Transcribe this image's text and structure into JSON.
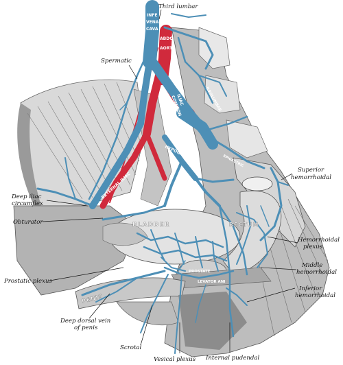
{
  "labels": {
    "third_lumbar": "Third lumbar",
    "spermatic": "Spermatic",
    "deep_iliac_circumflex_1": "Deep iliac",
    "deep_iliac_circumflex_2": "circumflex",
    "obturator": "Obturator",
    "prostatic_plexus": "Prostatic plexus",
    "deep_dorsal_vein_1": "Deep dorsal vein",
    "deep_dorsal_vein_2": "of penis",
    "scrotal": "Scrotal",
    "vesical_plexus": "Vesical plexus",
    "internal_pudendal": "Internal pudendal",
    "inferior_hemorrhoidal_1": "Inferior",
    "inferior_hemorrhoidal_2": "hemorrhoidal",
    "middle_hemorrhoidal_1": "Middle",
    "middle_hemorrhoidal_2": "hemorrhoidal",
    "hemorrhoidal_plexus_1": "Hemorrhoidal",
    "hemorrhoidal_plexus_2": "plexus",
    "superior_hemorrhoidal_1": "Superior",
    "superior_hemorrhoidal_2": "hemorrhoidal"
  },
  "structure_labels": {
    "ivc_1": "INFE",
    "ivc_2": "VENA",
    "ivc_3": "CAVA",
    "aorta_1": "ABDO",
    "aorta_2": "AORT",
    "common_iliac_1": "COMMON",
    "common_iliac_2": "ILIAC",
    "external_iliac": "EXTERNAL ILIAC",
    "hypogastric": "HYPOGASTRIC",
    "ileolumbar": "ILEOLUMBAR",
    "bladder": "BLADDER",
    "rectum": "RECTUM",
    "prostate": "PROSTATE",
    "levator_ani": "LEVATOR ANI",
    "penis": "PENIS",
    "epigastric": "EPIGASTRIC"
  },
  "colors": {
    "vein": "#4d8fb6",
    "artery": "#d02a3c",
    "tissue": "#cfcfcf",
    "muscle": "#8a8a8a",
    "line": "#111111"
  }
}
